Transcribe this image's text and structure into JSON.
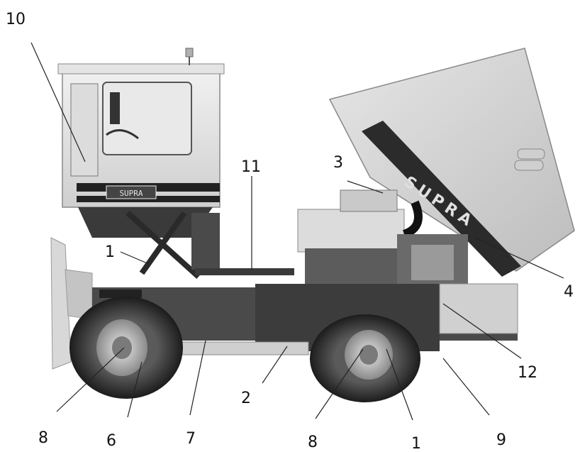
{
  "figure": {
    "brand_text": "SUPRA",
    "cab_badge": "SUPRA"
  },
  "callouts": [
    {
      "id": "c10",
      "text": "10"
    },
    {
      "id": "c11",
      "text": "11"
    },
    {
      "id": "c3",
      "text": "3"
    },
    {
      "id": "c1a",
      "text": "1"
    },
    {
      "id": "c4",
      "text": "4"
    },
    {
      "id": "c12",
      "text": "12"
    },
    {
      "id": "c2",
      "text": "2"
    },
    {
      "id": "c9",
      "text": "9"
    },
    {
      "id": "c8a",
      "text": "8"
    },
    {
      "id": "c6",
      "text": "6"
    },
    {
      "id": "c7",
      "text": "7"
    },
    {
      "id": "c8b",
      "text": "8"
    },
    {
      "id": "c1b",
      "text": "1"
    }
  ]
}
